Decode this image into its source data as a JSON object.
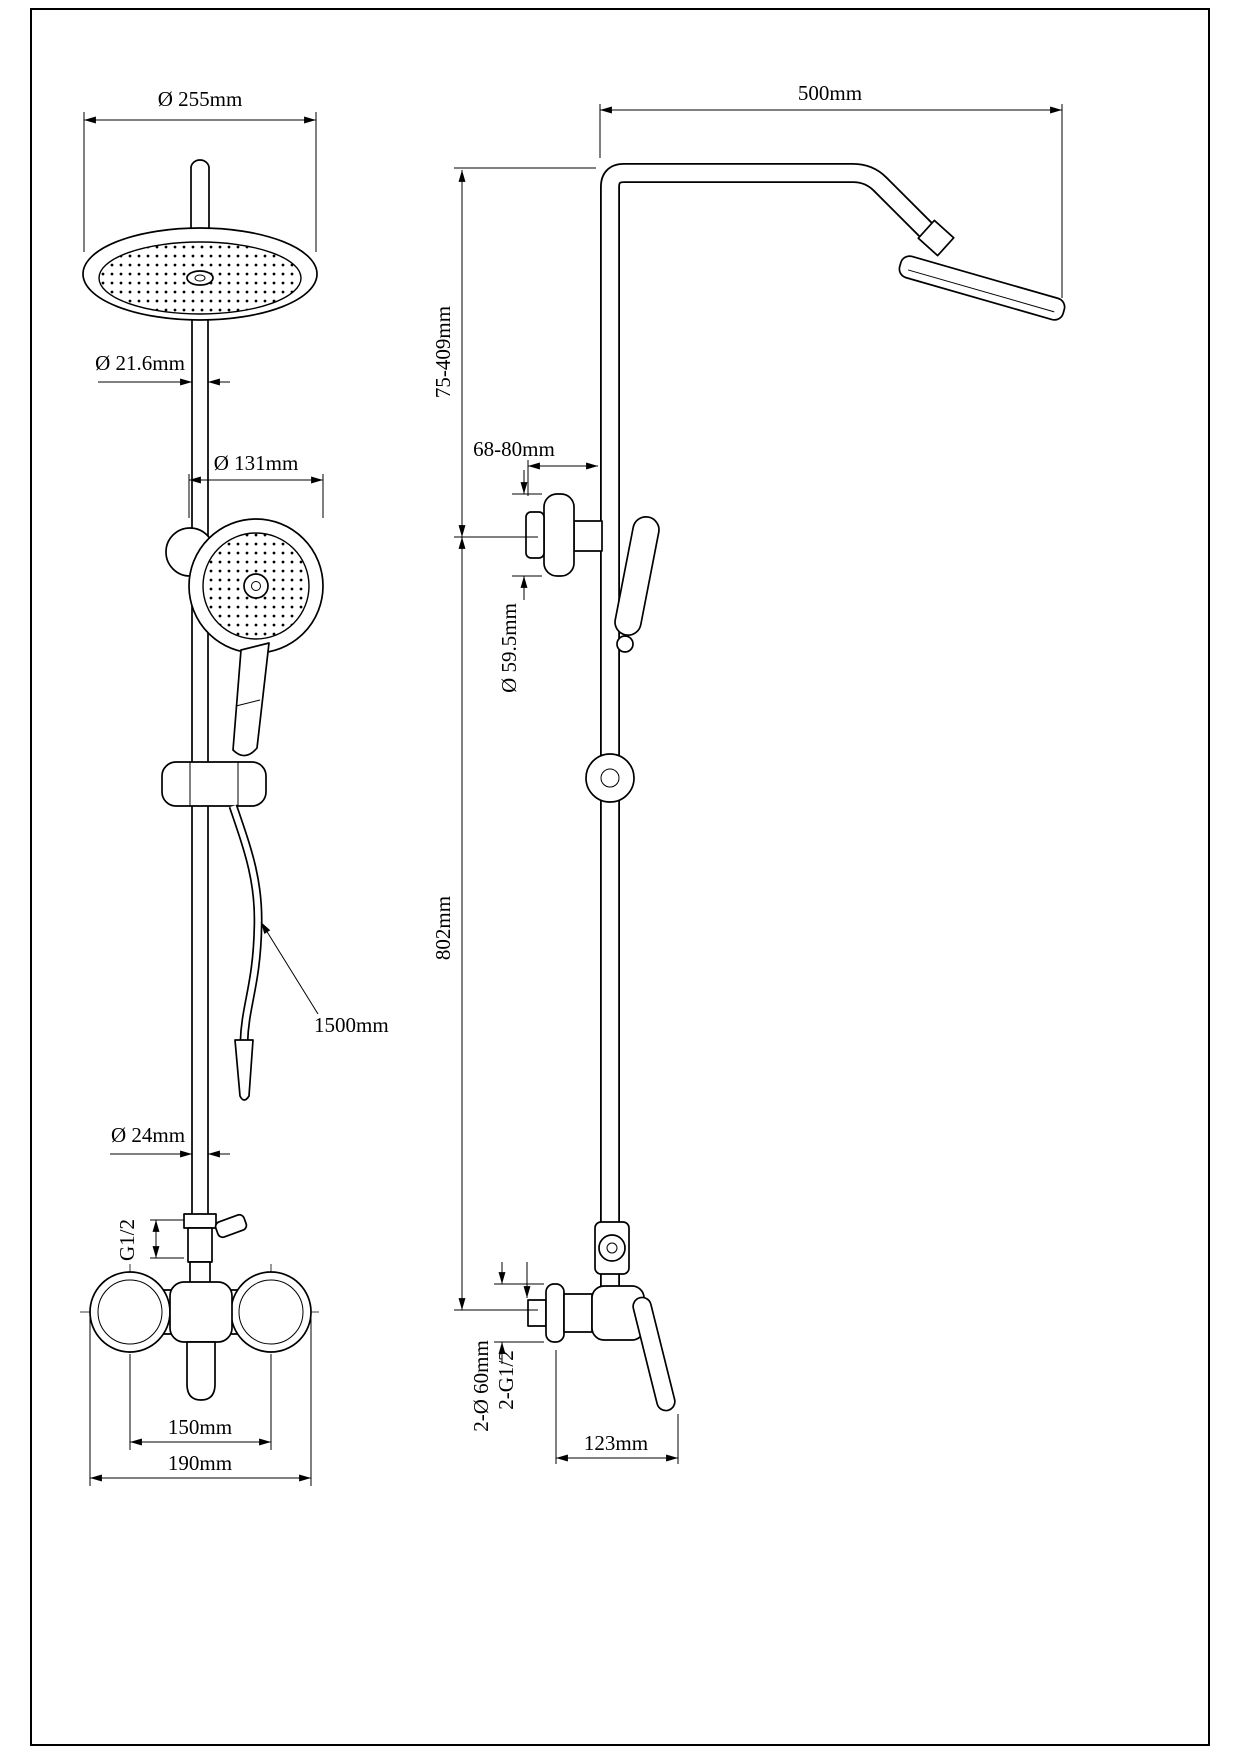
{
  "drawing": {
    "front_view": {
      "head_diameter": "Ø 255mm",
      "pipe_diameter": "Ø 21.6mm",
      "hand_shower_diameter": "Ø 131mm",
      "hose_length": "1500mm",
      "lower_pipe_diameter": "Ø 24mm",
      "inlet_thread": "G1/2",
      "port_spacing": "150mm",
      "body_width": "190mm"
    },
    "side_view": {
      "arm_length": "500mm",
      "head_height_range": "75-409mm",
      "wall_clearance": "68-80mm",
      "escutcheon_diameter": "Ø 59.5mm",
      "column_height": "802mm",
      "flange_diameter": "2-Ø 60mm",
      "connection_thread": "2-G1/2",
      "valve_depth": "123mm"
    }
  }
}
